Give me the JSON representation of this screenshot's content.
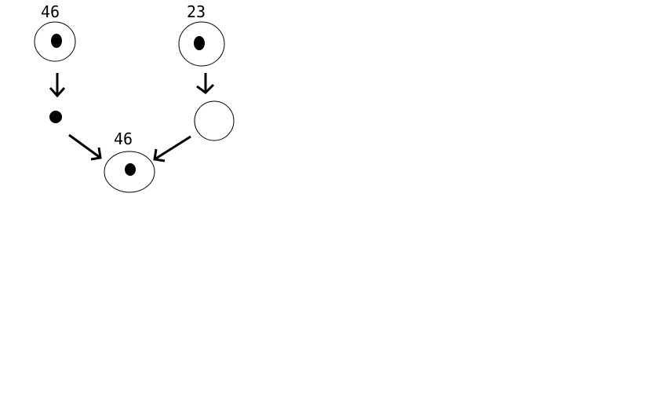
{
  "diagram": {
    "nodes": [
      {
        "id": "top-left",
        "label": "46",
        "filled_center": true,
        "outer_ring": true
      },
      {
        "id": "top-right",
        "label": "23",
        "filled_center": true,
        "outer_ring": true
      },
      {
        "id": "middle-left",
        "label": "",
        "filled_center": true,
        "outer_ring": false
      },
      {
        "id": "middle-right",
        "label": "",
        "filled_center": false,
        "outer_ring": true
      },
      {
        "id": "bottom",
        "label": "46",
        "filled_center": true,
        "outer_ring": true
      }
    ],
    "edges": [
      {
        "from": "top-left",
        "to": "middle-left"
      },
      {
        "from": "top-right",
        "to": "middle-right"
      },
      {
        "from": "middle-left",
        "to": "bottom"
      },
      {
        "from": "middle-right",
        "to": "bottom"
      }
    ],
    "colors": {
      "stroke": "#000000",
      "background": "#ffffff"
    }
  }
}
